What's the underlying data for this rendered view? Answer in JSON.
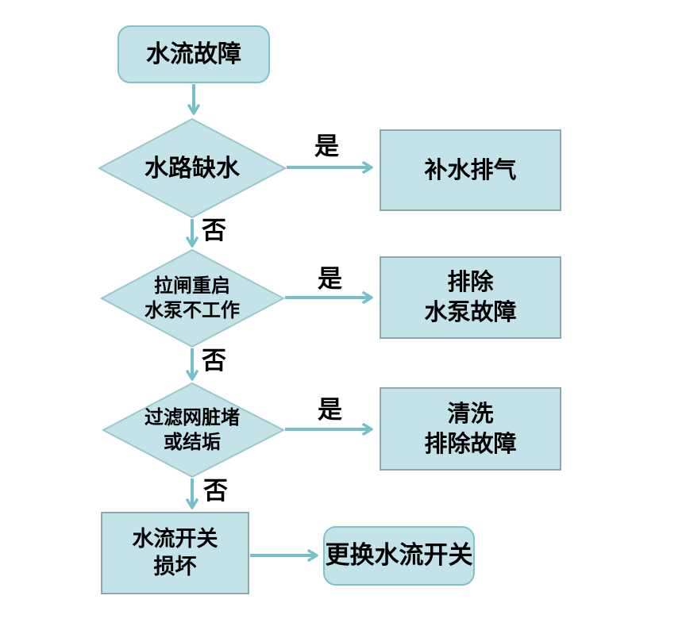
{
  "diagram": {
    "colors": {
      "background": "#ffffff",
      "shape_fill": "#c4e3e8",
      "rounded_border": "#7fc2cb",
      "diamond_border": "#9cc6cd",
      "rect_border": "#8ea6ae",
      "arrow": "#74bfca",
      "text": "#000000"
    },
    "start": {
      "text": "水流故障"
    },
    "decisions": [
      {
        "line1": "水路缺水"
      },
      {
        "line1": "拉闸重启",
        "line2": "水泵不工作"
      },
      {
        "line1": "过滤网脏堵",
        "line2": "或结垢"
      }
    ],
    "results": [
      {
        "line1": "补水排气"
      },
      {
        "line1": "排除",
        "line2": "水泵故障"
      },
      {
        "line1": "清洗",
        "line2": "排除故障"
      }
    ],
    "final_cause": {
      "line1": "水流开关",
      "line2": "损坏"
    },
    "end": {
      "text": "更换水流开关"
    },
    "labels": {
      "yes": "是",
      "no": "否"
    }
  }
}
